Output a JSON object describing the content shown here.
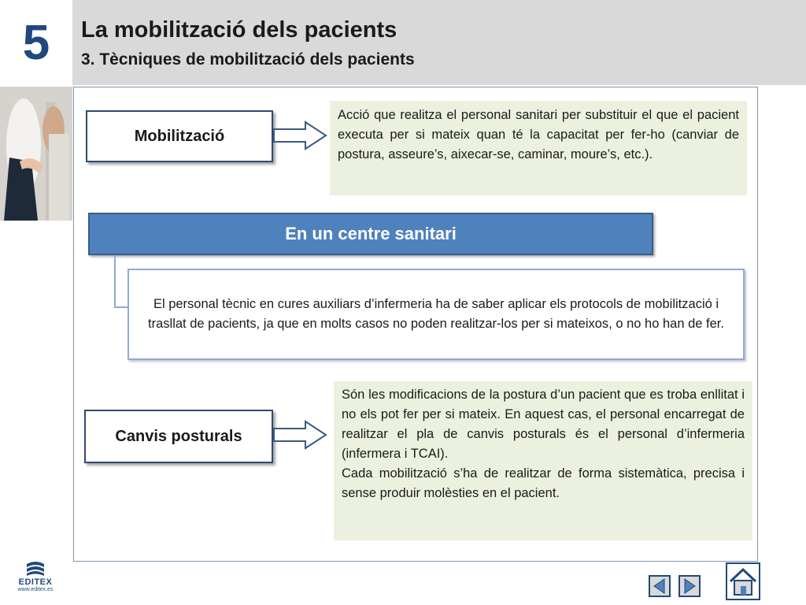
{
  "header": {
    "chapter_number": "5",
    "title": "La mobilització dels pacients",
    "subtitle": "3. Tècniques de mobilització dels pacients"
  },
  "mobilitzacio": {
    "label": "Mobilització",
    "description": "Acció que realitza el personal sanitari per substituir el que el pacient executa per si mateix quan té la capacitat per fer-ho (canviar de postura, asseure’s, aixecar-se, caminar, moure’s, etc.)."
  },
  "centre": {
    "heading": "En un centre sanitari",
    "text": "El personal tècnic en cures auxiliars d’infermeria ha de saber aplicar els protocols de mobilització i trasllat de pacients, ja que en molts casos no poden realitzar-los per si mateixos, o no ho han de fer."
  },
  "canvis": {
    "label": "Canvis posturals",
    "description_1": "Són les modificacions de la postura d’un pacient que es troba enllitat i no els pot fer per si mateix. En aquest cas, el personal encarregat de realitzar el pla de canvis posturals és el personal d’infermeria (infermera i TCAI).",
    "description_2": "Cada mobilització s’ha de realitzar de forma sistemàtica, precisa i sense produir molèsties en el pacient."
  },
  "footer": {
    "logo_name": "EDITEX",
    "logo_url": "www.editex.es"
  },
  "colors": {
    "accent_blue": "#4f81bd",
    "box_green": "#ebf1de",
    "header_gray": "#d9d9d9"
  },
  "icons": {
    "prev": "triangle-left-icon",
    "next": "triangle-right-icon",
    "home": "home-icon"
  }
}
